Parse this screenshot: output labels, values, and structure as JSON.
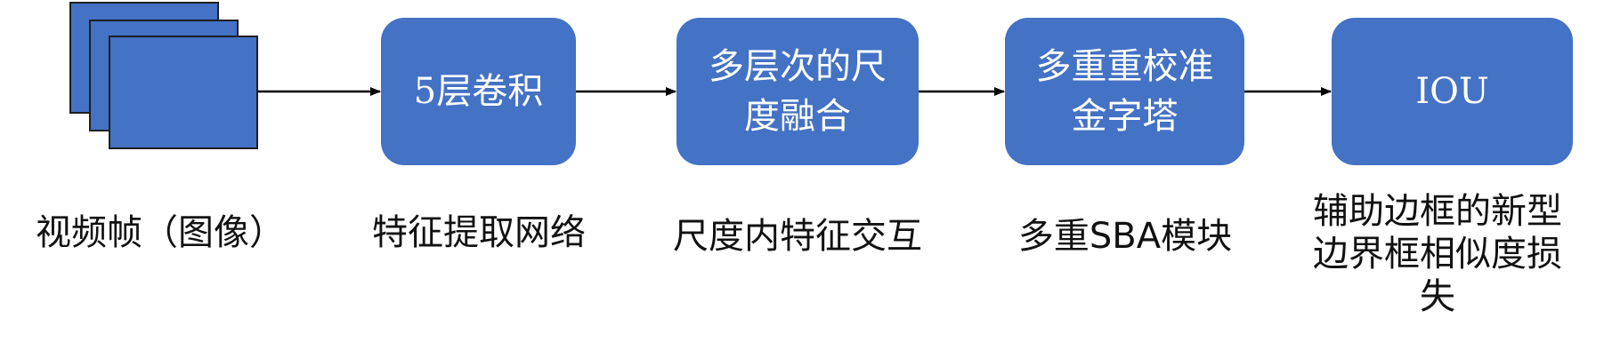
{
  "colors": {
    "box_fill": "#4472c4",
    "box_text": "#ffffff",
    "arrow": "#000000",
    "caption_text": "#111111"
  },
  "input": {
    "caption": "视频帧（图像）"
  },
  "stages": [
    {
      "box_text": "5层卷积",
      "caption": "特征提取网络"
    },
    {
      "box_text": "多层次的尺\n度融合",
      "caption": "尺度内特征交互"
    },
    {
      "box_text": "多重重校准\n金字塔",
      "caption": "多重SBA模块"
    },
    {
      "box_text": "IOU",
      "caption": "辅助边框的新型\n边界框相似度损\n失"
    }
  ]
}
